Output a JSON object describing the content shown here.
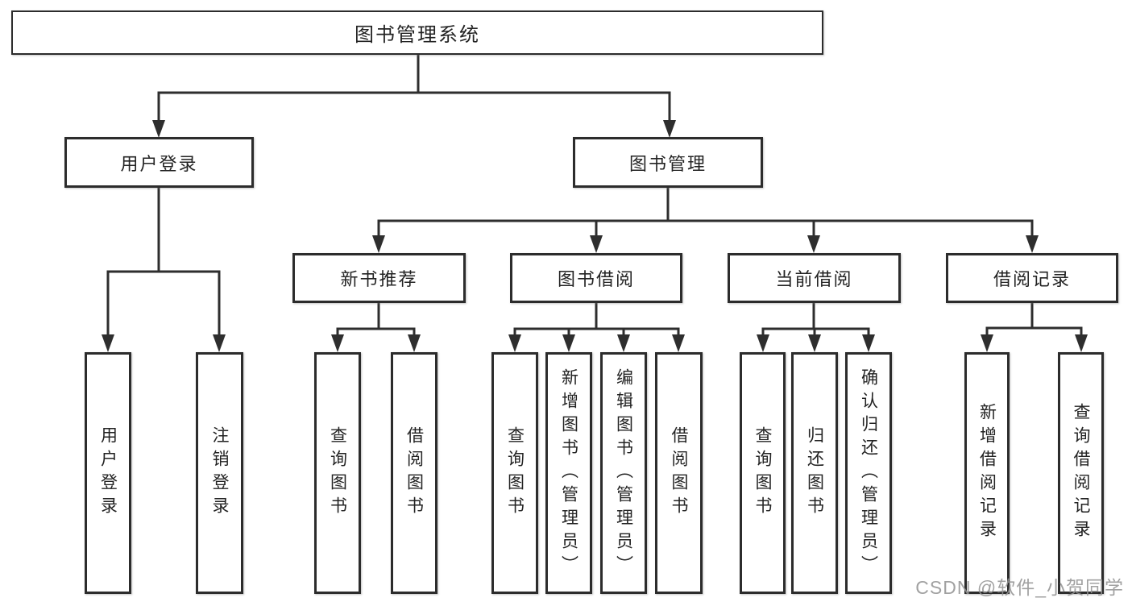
{
  "diagram": {
    "root": {
      "label": "图书管理系统",
      "children": [
        {
          "label": "用户登录",
          "children": [
            {
              "label": "用户登录"
            },
            {
              "label": "注销登录"
            }
          ]
        },
        {
          "label": "图书管理",
          "children": [
            {
              "label": "新书推荐",
              "children": [
                {
                  "label": "查询图书"
                },
                {
                  "label": "借阅图书"
                }
              ]
            },
            {
              "label": "图书借阅",
              "children": [
                {
                  "label": "查询图书"
                },
                {
                  "label": "新增图书（管理员）"
                },
                {
                  "label": "编辑图书（管理员）"
                },
                {
                  "label": "借阅图书"
                }
              ]
            },
            {
              "label": "当前借阅",
              "children": [
                {
                  "label": "查询图书"
                },
                {
                  "label": "归还图书"
                },
                {
                  "label": "确认归还（管理员）"
                }
              ]
            },
            {
              "label": "借阅记录",
              "children": [
                {
                  "label": "新增借阅记录"
                },
                {
                  "label": "查询借阅记录"
                }
              ]
            }
          ]
        }
      ]
    }
  },
  "watermark": {
    "text": "CSDN @软件_小贺同学"
  },
  "colors": {
    "line": "#2e2e2e",
    "box_border": "#2c2c2c",
    "text": "#232323",
    "background": "#ffffff",
    "watermark": "#949494"
  }
}
